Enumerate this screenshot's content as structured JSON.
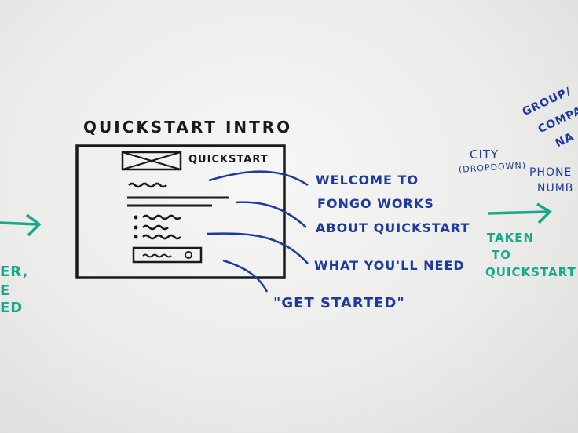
{
  "wireframe": {
    "title": "QUICKSTART INTRO",
    "logo_label": "QUICKSTART"
  },
  "annotations": {
    "welcome_line1": "WELCOME TO",
    "welcome_line2": "FONGO WORKS",
    "about": "ABOUT QUICKSTART",
    "need": "WHAT YOU'LL NEED",
    "get_started": "\"GET STARTED\""
  },
  "right_panel": {
    "city": "CITY",
    "dropdown": "(DROPDOWN)",
    "phone_line1": "PHONE",
    "phone_line2": "NUMB",
    "group_line1": "GROUP/",
    "group_line2": "COMPA",
    "group_line3": "NA",
    "taken_line1": "TAKEN",
    "taken_line2": "TO",
    "taken_line3": "QUICKSTART"
  },
  "left_fragment": {
    "line1": "ER,",
    "line2": "E",
    "line3": "ED"
  },
  "colors": {
    "marker_black": "#1a1a1a",
    "marker_blue": "#1f3a9e",
    "marker_teal": "#17a98a"
  }
}
